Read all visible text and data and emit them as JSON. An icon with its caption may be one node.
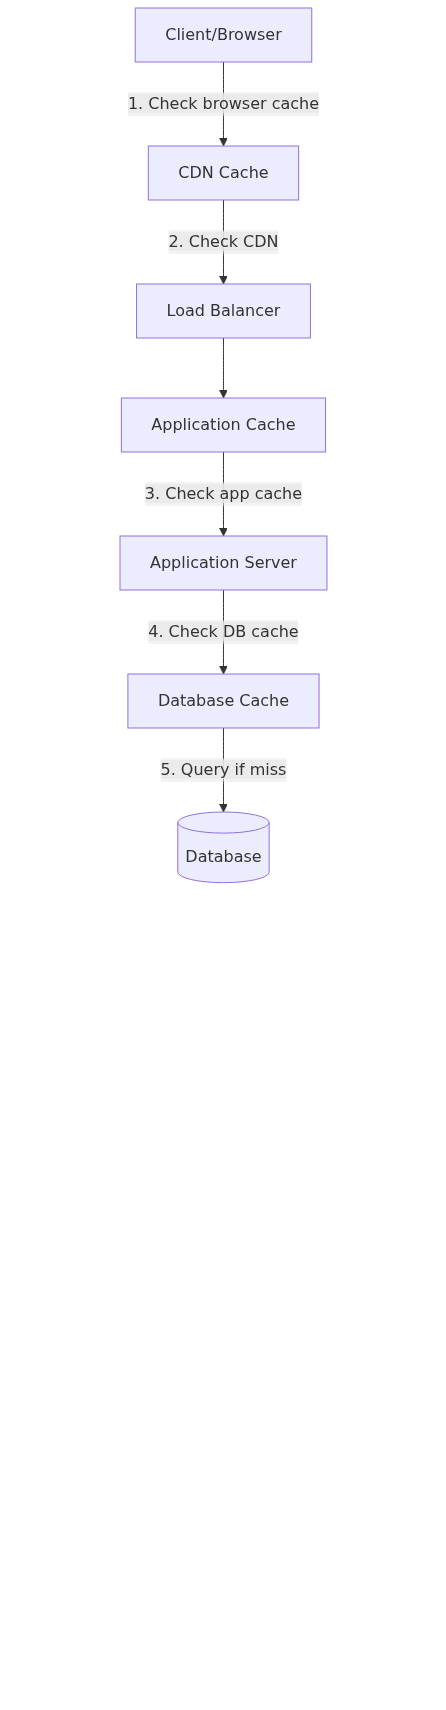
{
  "diagram": {
    "nodes": [
      {
        "text": [
          "Client/Browser"
        ]
      },
      {
        "text": [
          "CDN Cache"
        ]
      },
      {
        "text": [
          "Load Balancer"
        ]
      },
      {
        "text": [
          "Application Cache"
        ]
      },
      {
        "text": [
          "Application Server"
        ]
      },
      {
        "text": [
          "Database Cache"
        ]
      },
      {
        "text": [
          "Database"
        ]
      }
    ],
    "edges": [
      {
        "from": 0,
        "to": 1,
        "arrow": "to",
        "label": "1. Check browser cache"
      },
      {
        "from": 1,
        "to": 2,
        "arrow": "to",
        "label": "2. Check CDN"
      },
      {
        "from": 2,
        "to": 3,
        "arrow": "to"
      },
      {
        "from": 3,
        "to": 4,
        "arrow": "to",
        "label": "3. Check app cache"
      },
      {
        "from": 4,
        "to": 5,
        "arrow": "to",
        "label": "4. Check DB cache"
      },
      {
        "from": 5,
        "to": 6,
        "arrow": "to",
        "label": "5. Query if miss"
      }
    ]
  }
}
